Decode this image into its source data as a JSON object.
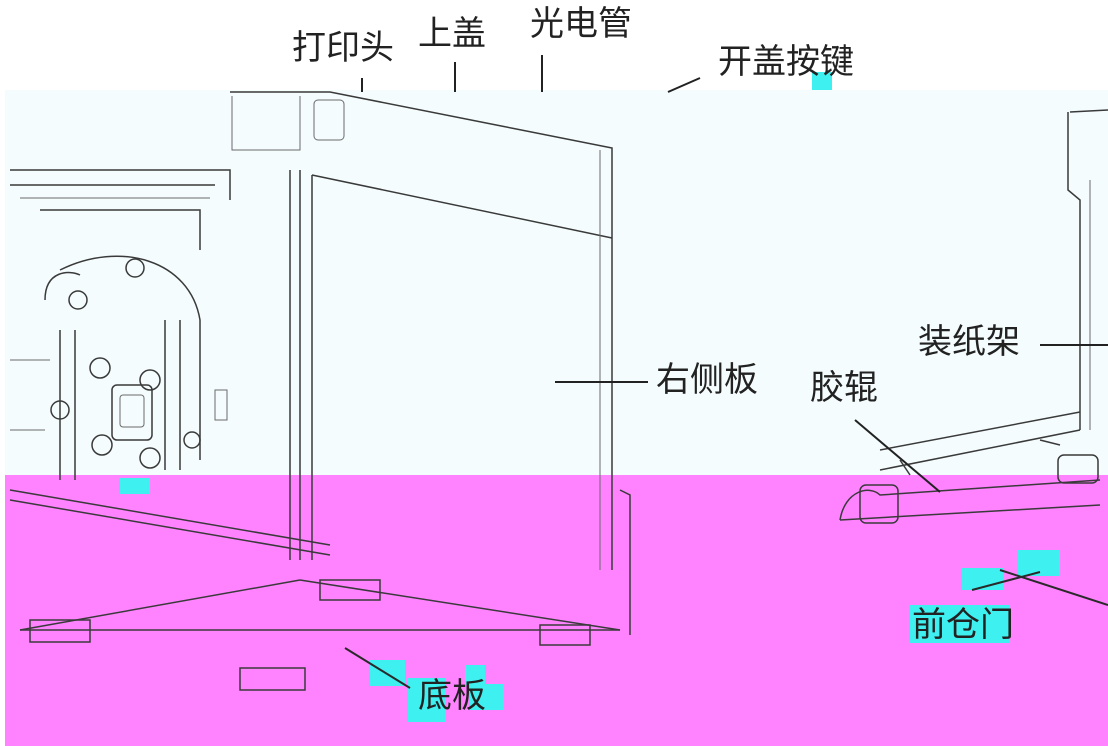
{
  "labels": {
    "print_head": "打印头",
    "top_cover": "上盖",
    "photo_sensor": "光电管",
    "cover_open_button": "开盖按键",
    "paper_holder": "装纸架",
    "right_side_panel": "右侧板",
    "rubber_roller": "胶辊",
    "front_door": "前仓门",
    "base_plate": "底板"
  },
  "colors": {
    "background": "#ffffff",
    "upper_tint": "#f4fcfd",
    "magenta_fill": "#ff82ff",
    "cyan_patch": "#3ff0f0",
    "line": "#3a3a3a",
    "text": "#222222"
  }
}
